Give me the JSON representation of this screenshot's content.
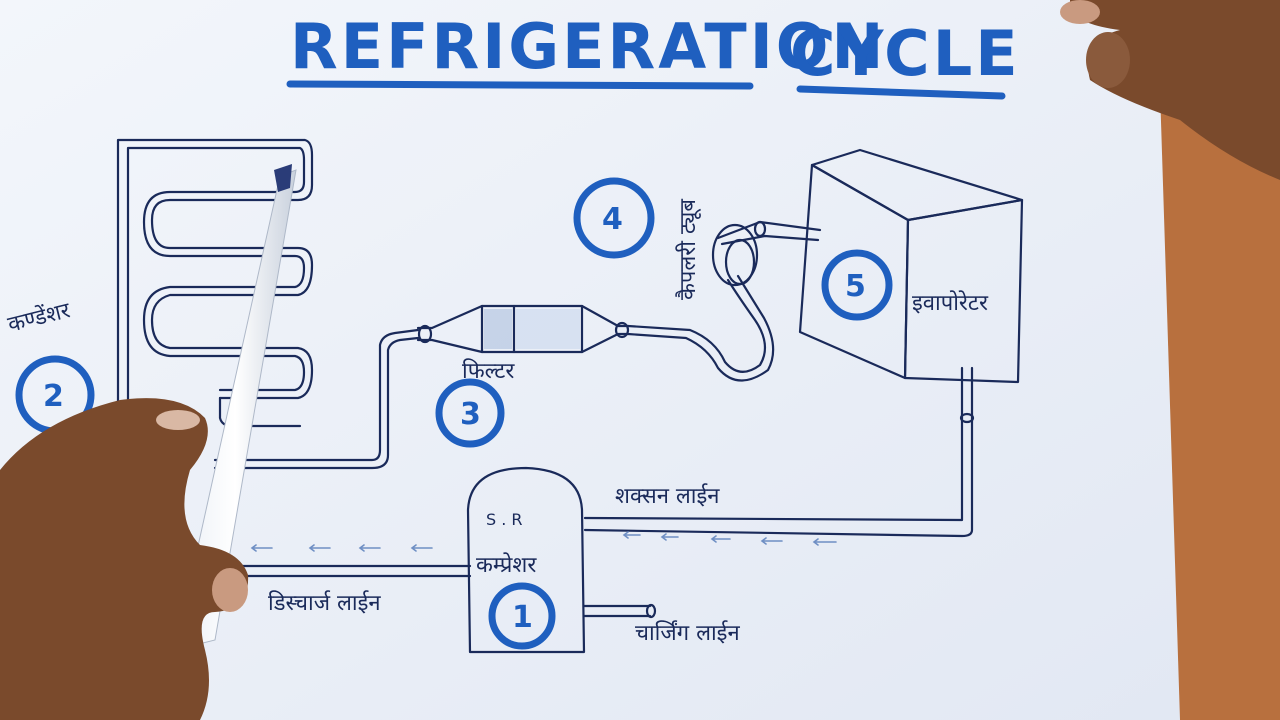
{
  "title": {
    "word1": "REFRIGERATION",
    "word2": "CYCLE"
  },
  "components": [
    {
      "key": "compressor",
      "number": "1",
      "label": "कम्प्रेशर"
    },
    {
      "key": "condenser",
      "number": "2",
      "label": "कण्डेंशर"
    },
    {
      "key": "filter",
      "number": "3",
      "label": "फिल्टर"
    },
    {
      "key": "capillary",
      "number": "4",
      "label": "कैपलरी ट्यूब"
    },
    {
      "key": "evaporator",
      "number": "5",
      "label": "इवापोरेटर"
    }
  ],
  "lines": {
    "suction": "शक्सन लाईन",
    "discharge": "डिस्चार्ज लाईन",
    "charging": "चार्जिंग लाईन"
  },
  "compressor_marks": "S . R",
  "colors": {
    "ink_blue": "#1f5fbf",
    "pen_ink": "#1a2a5a",
    "paper": "#eef2f9",
    "table": "#b8703e",
    "skin": "#7a4a2c"
  }
}
